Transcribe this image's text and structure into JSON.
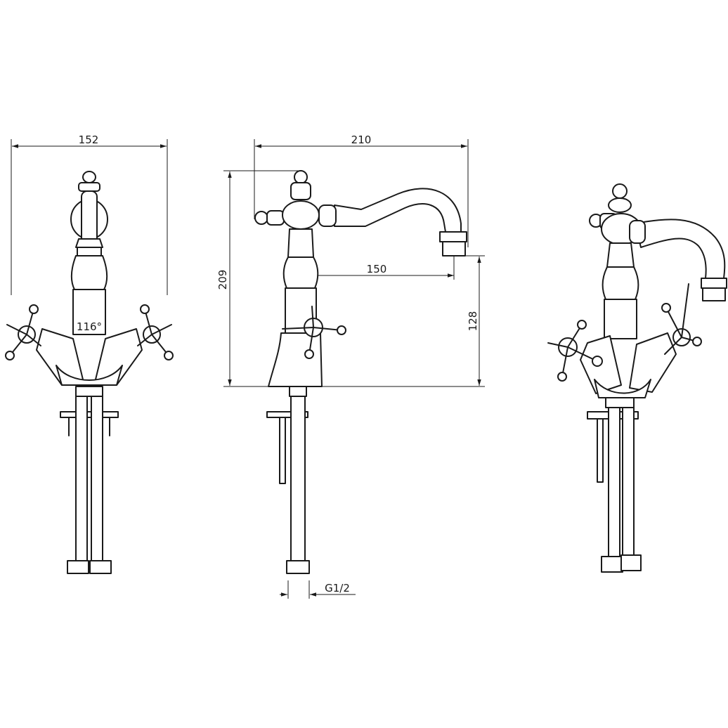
{
  "dimensions": {
    "front_width": "152",
    "angle": "116°",
    "side_total_length": "210",
    "side_spout_reach": "150",
    "side_total_height": "209",
    "side_spout_height": "128",
    "thread": "G1/2"
  }
}
